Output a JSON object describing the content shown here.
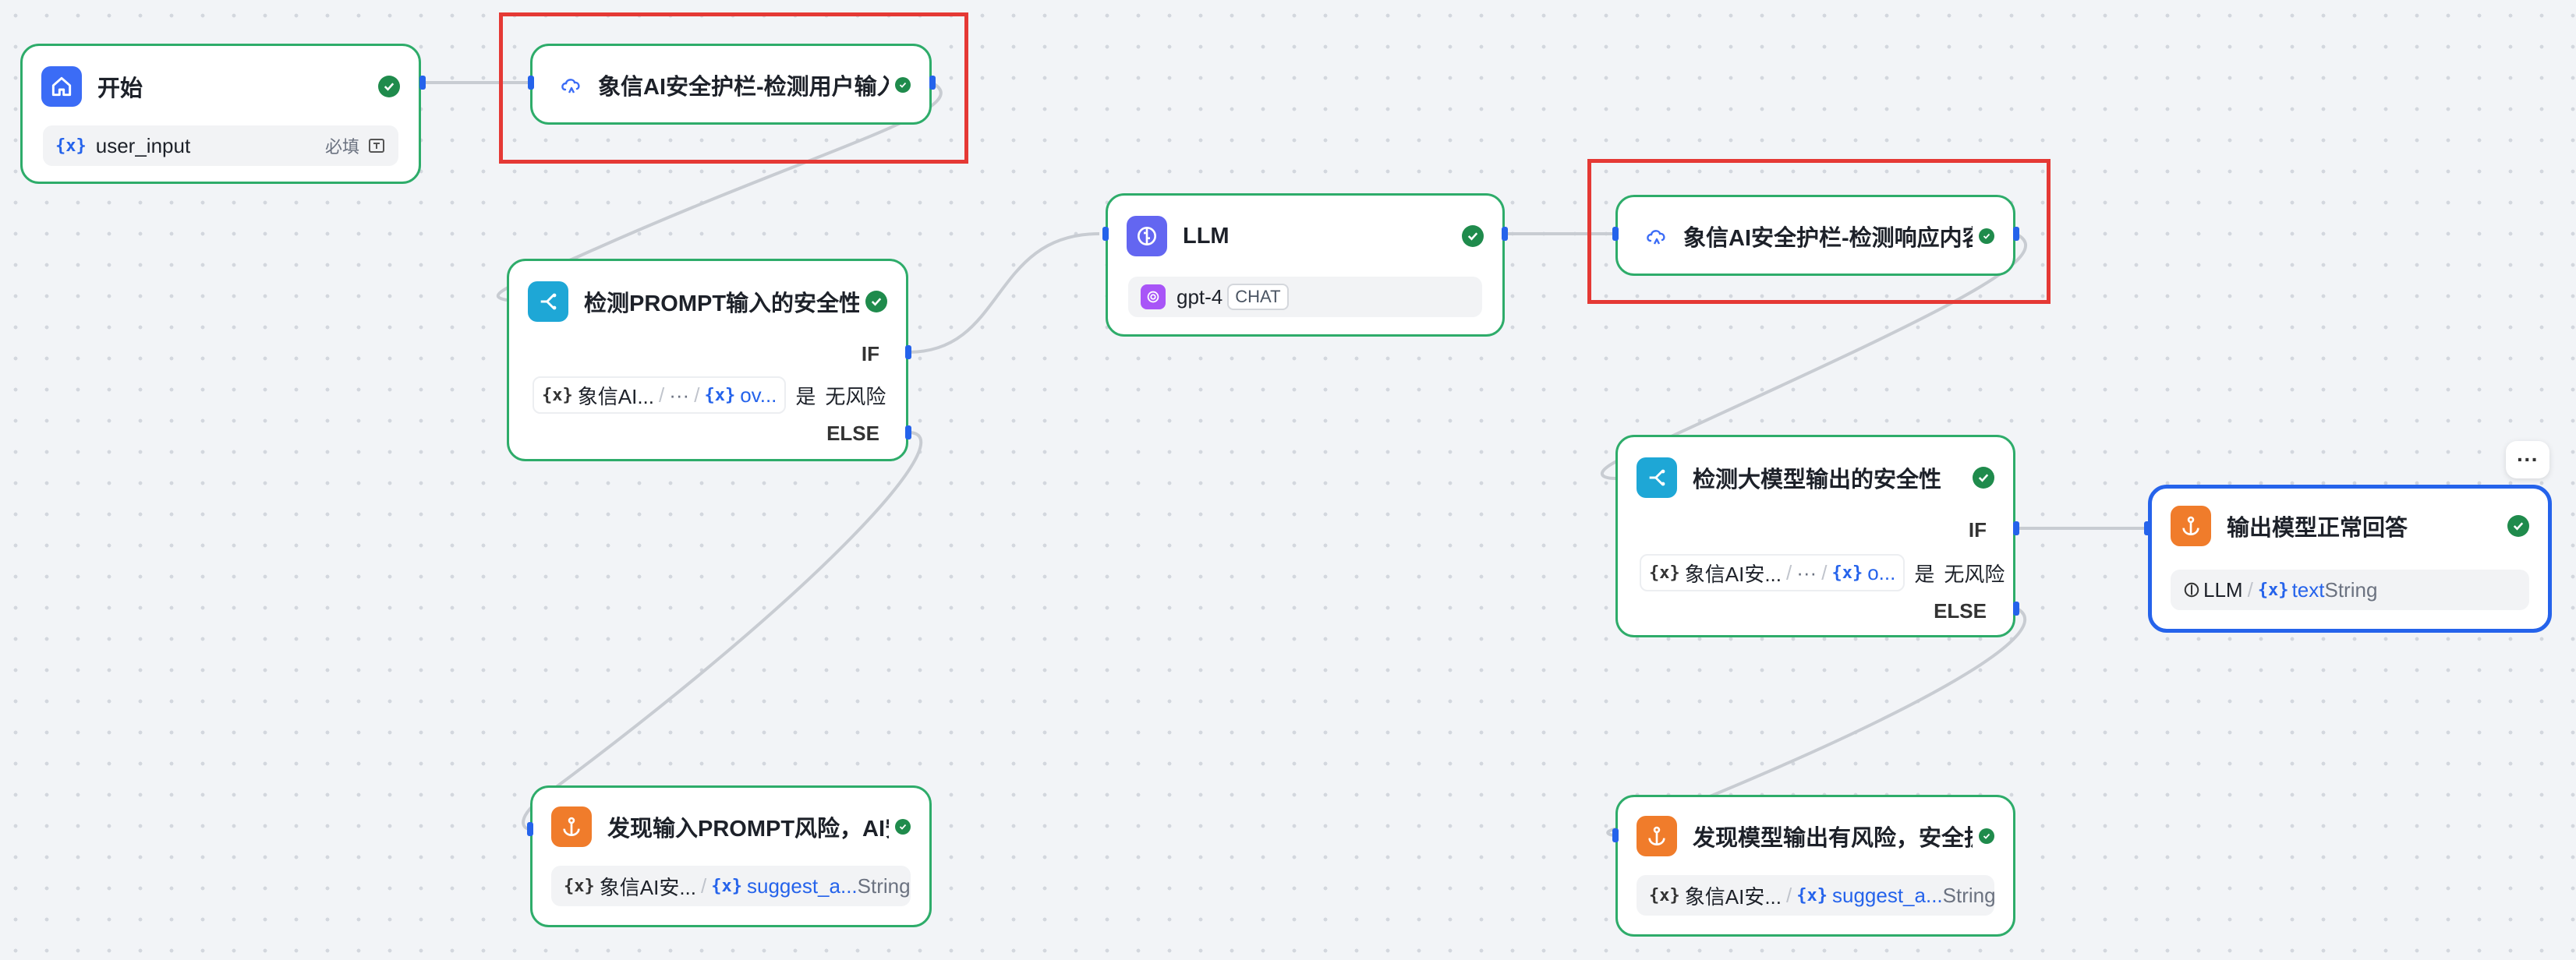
{
  "nodes": {
    "start": {
      "title": "开始",
      "var_name": "user_input",
      "required": "必填"
    },
    "guard_input": {
      "title": "象信AI安全护栏-检测用户输入"
    },
    "llm": {
      "title": "LLM",
      "model": "gpt-4",
      "mode": "CHAT"
    },
    "guard_output": {
      "title": "象信AI安全护栏-检测响应内容"
    },
    "check_prompt": {
      "title": "检测PROMPT输入的安全性",
      "if_label": "IF",
      "else_label": "ELSE",
      "cond_node": "象信AI...",
      "cond_ellipsis": "···",
      "cond_var": "ov...",
      "cond_op": "是",
      "cond_value": "无风险"
    },
    "check_output": {
      "title": "检测大模型输出的安全性",
      "if_label": "IF",
      "else_label": "ELSE",
      "cond_node": "象信AI安...",
      "cond_ellipsis": "···",
      "cond_var": "o...",
      "cond_op": "是",
      "cond_value": "无风险"
    },
    "answer_normal": {
      "title": "输出模型正常回答",
      "src": "LLM",
      "var": "text",
      "type": "String"
    },
    "answer_prompt_risk": {
      "title": "发现输入PROMPT风险，AI安全护栏",
      "src": "象信AI安...",
      "var": "suggest_a...",
      "type": "String"
    },
    "answer_output_risk": {
      "title": "发现模型输出有风险，安全护栏",
      "src": "象信AI安...",
      "var": "suggest_a...",
      "type": "String"
    }
  },
  "toolbar": {
    "more": "···"
  },
  "colors": {
    "success": "#2eac6a",
    "selected": "#2563eb",
    "highlight": "#e53935",
    "edge": "#c8ccd2"
  },
  "icons": {
    "start": "home-icon",
    "guard": "cloud-shield-icon",
    "llm": "brain-icon",
    "condition": "branch-icon",
    "answer": "anchor-icon",
    "status": "check-circle-icon"
  }
}
